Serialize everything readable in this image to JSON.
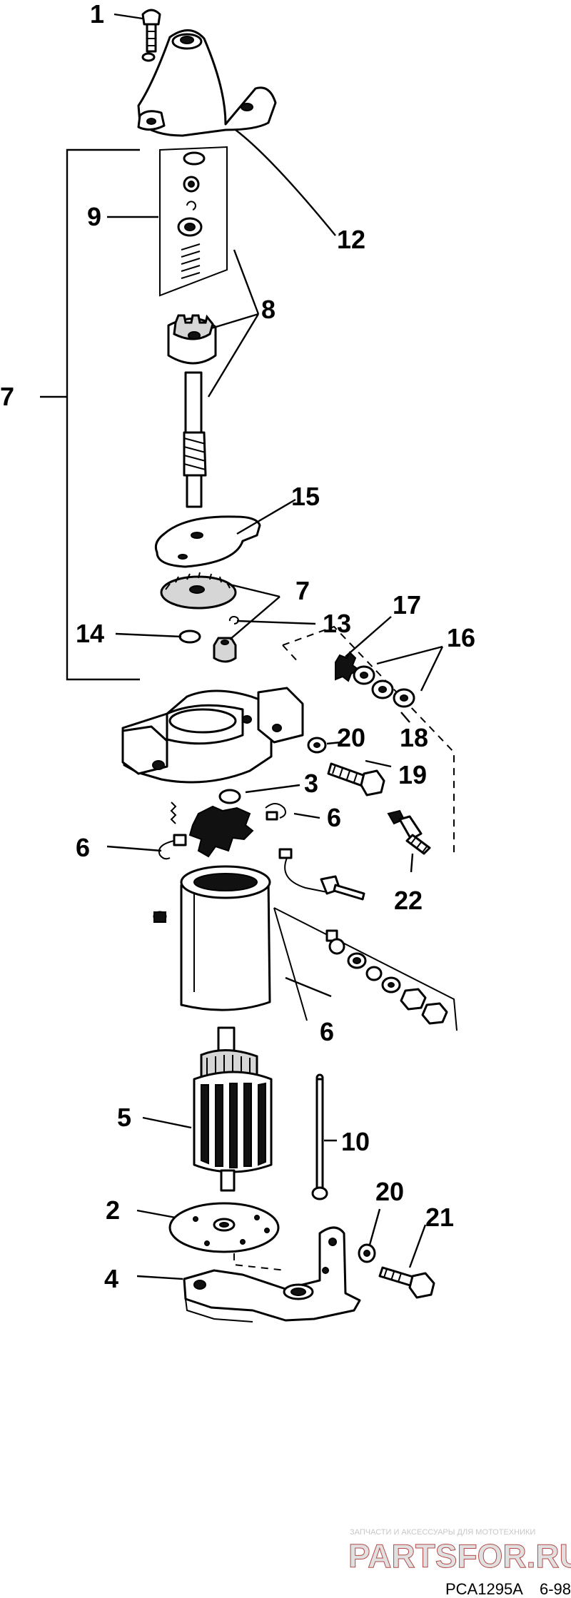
{
  "callouts": {
    "c1": "1",
    "c2": "2",
    "c3": "3",
    "c4": "4",
    "c5": "5",
    "c6a": "6",
    "c6b": "6",
    "c6c": "6",
    "c7a": "7",
    "c7b": "7",
    "c8": "8",
    "c9": "9",
    "c10": "10",
    "c12": "12",
    "c13": "13",
    "c14": "14",
    "c15": "15",
    "c16": "16",
    "c17": "17",
    "c18": "18",
    "c19": "19",
    "c20a": "20",
    "c20b": "20",
    "c21": "21",
    "c22": "22"
  },
  "watermark": {
    "tagline": "ЗАПЧАСТИ И АКСЕССУАРЫ ДЛЯ МОТОТЕХНИКИ",
    "brand": "PARTSFOR.RU"
  },
  "figure_code": "PCA1295A",
  "figure_date": "6-98"
}
